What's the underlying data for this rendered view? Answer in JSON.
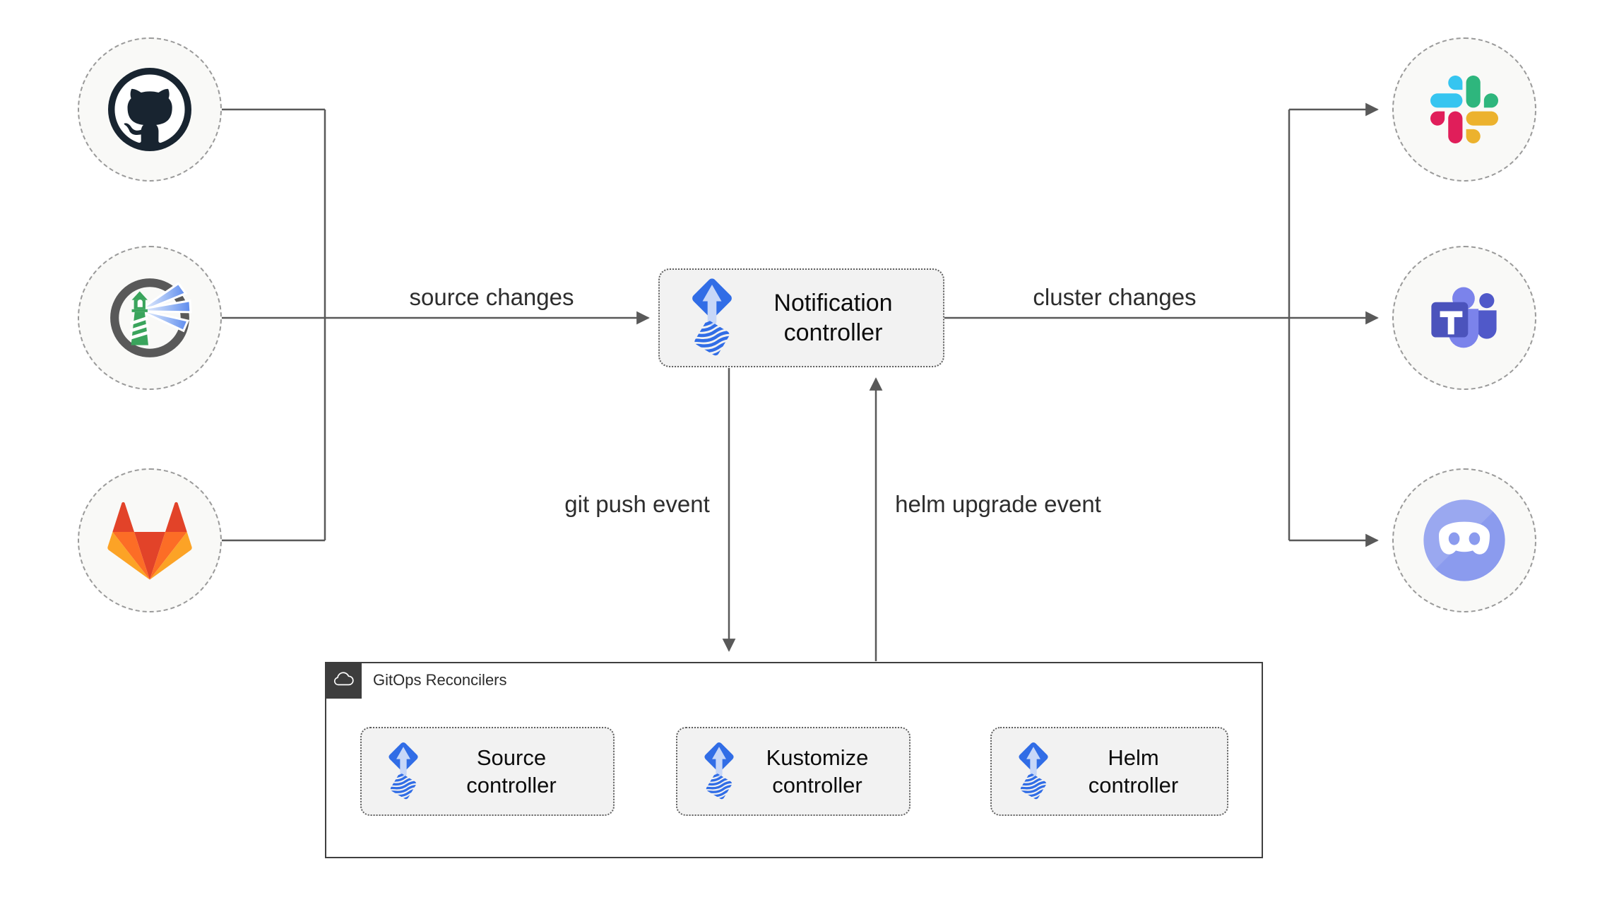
{
  "diagram": {
    "sources": [
      {
        "id": "github",
        "icon": "github-icon"
      },
      {
        "id": "harbor",
        "icon": "harbor-icon"
      },
      {
        "id": "gitlab",
        "icon": "gitlab-icon"
      }
    ],
    "alert_providers": [
      {
        "id": "slack",
        "icon": "slack-icon"
      },
      {
        "id": "teams",
        "icon": "microsoft-teams-icon"
      },
      {
        "id": "discord",
        "icon": "discord-icon"
      }
    ],
    "notification_controller": {
      "label": "Notification\ncontroller",
      "icon": "flux-icon"
    },
    "edge_labels": {
      "source_changes": "source changes",
      "cluster_changes": "cluster changes",
      "git_push_event": "git push event",
      "helm_upgrade_event": "helm upgrade event"
    },
    "reconcilers": {
      "title": "GitOps Reconcilers",
      "tab_icon": "cloud-icon",
      "items": [
        {
          "label": "Source\ncontroller",
          "icon": "flux-icon"
        },
        {
          "label": "Kustomize\ncontroller",
          "icon": "flux-icon"
        },
        {
          "label": "Helm\ncontroller",
          "icon": "flux-icon"
        }
      ]
    },
    "colors": {
      "line": "#595959",
      "node_fill": "#f9f9f7",
      "node_border": "#9a9a9a",
      "box_fill": "#f2f2f2",
      "box_border": "#5f5f5f",
      "recon_border": "#3f3f3f",
      "recon_tab": "#3d3d3d",
      "flux_blue": "#316de6",
      "flux_arrow_light": "#c7d7f8",
      "github_dark": "#182430",
      "harbor_green": "#3aa45c",
      "harbor_ring": "#595959",
      "gitlab_orange": [
        "#e24329",
        "#fc6d26",
        "#fca326"
      ],
      "slack": [
        "#36C5F0",
        "#2EB67D",
        "#ECB22E",
        "#E01E5A"
      ],
      "teams": [
        "#4b53bc",
        "#7b83eb",
        "#5059c9"
      ],
      "discord_blurple": "#8b9bee"
    }
  }
}
